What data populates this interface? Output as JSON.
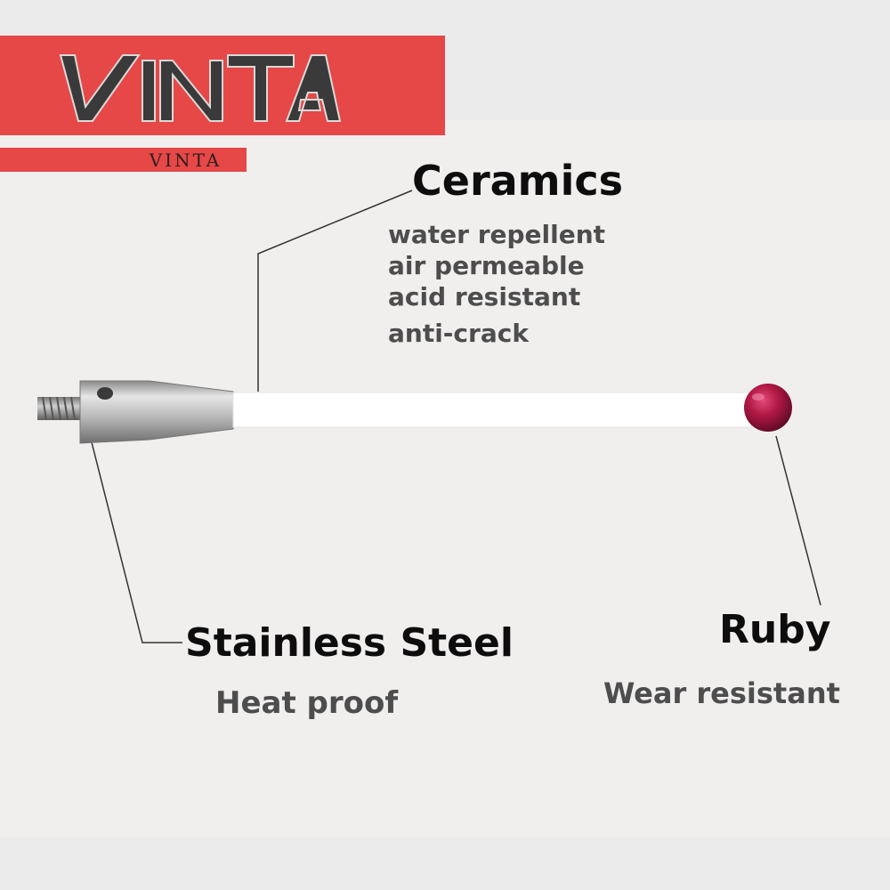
{
  "brand": {
    "logo_text": "VINTA",
    "subtitle": "VINTA",
    "color": "#e64747"
  },
  "parts": {
    "ceramics": {
      "title": "Ceramics",
      "features": [
        "water repellent",
        "air permeable",
        "acid resistant",
        "anti-crack"
      ]
    },
    "stainless_steel": {
      "title": "Stainless Steel",
      "feature": "Heat proof"
    },
    "ruby": {
      "title": "Ruby",
      "feature": "Wear resistant",
      "color": "#b01844"
    }
  }
}
